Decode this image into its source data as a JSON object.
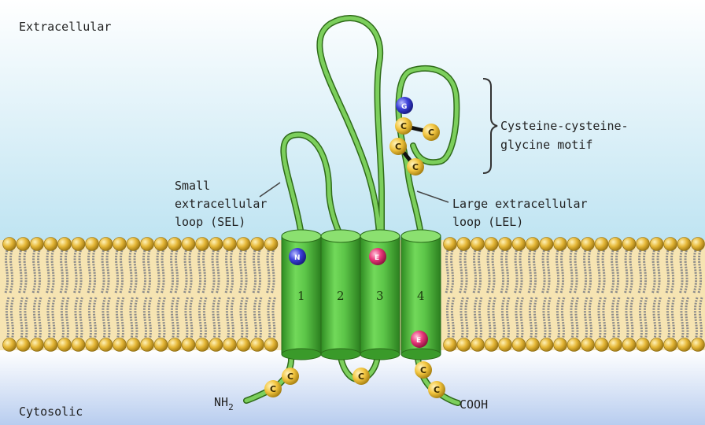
{
  "labels": {
    "extracellular": "Extracellular",
    "cytosolic": "Cytosolic",
    "sel_line1": "Small",
    "sel_line2": "extracellular",
    "sel_line3": "loop (SEL)",
    "lel_line1": "Large extracellular",
    "lel_line2": "loop (LEL)",
    "motif_line1": "Cysteine-cysteine-",
    "motif_line2": "glycine motif",
    "nh2": "NH",
    "nh2_sub": "2",
    "cooh": "COOH"
  },
  "helices": [
    "1",
    "2",
    "3",
    "4"
  ],
  "residues": {
    "cysteine": "C",
    "glycine": "G",
    "asparagine": "N",
    "charged": "E"
  },
  "colors": {
    "top_bg": "#bfe4f2",
    "bottom_bg": "#b8cdef",
    "membrane_band": "#f6e4b2",
    "lipid_head": "#e6b838",
    "helix_green": "#5cc548",
    "chain_green": "#6db74f",
    "cysteine": "#f3c640",
    "blue_residue": "#3b3fd8",
    "pink_residue": "#e8377a"
  }
}
